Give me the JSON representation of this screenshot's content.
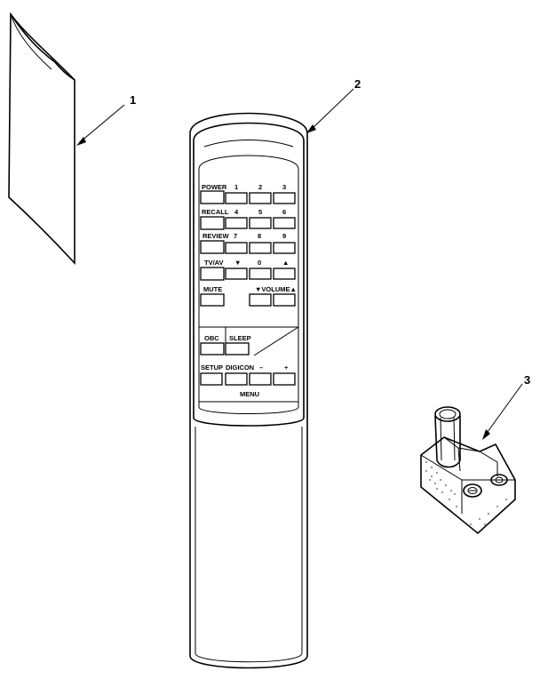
{
  "callouts": {
    "part1": "1",
    "part2": "2",
    "part3": "3"
  },
  "remote": {
    "rows": [
      [
        "POWER",
        "1",
        "2",
        "3"
      ],
      [
        "RECALL",
        "4",
        "5",
        "6"
      ],
      [
        "REVIEW",
        "7",
        "8",
        "9"
      ],
      [
        "TV/AV",
        "▼",
        "0",
        "▲"
      ]
    ],
    "mute": "MUTE",
    "volume": "▼VOLUME▲",
    "lower_rows": [
      [
        "OBC",
        "SLEEP"
      ],
      [
        "SETUP",
        "DIGICON",
        "–",
        "+"
      ]
    ],
    "menu": "MENU"
  }
}
